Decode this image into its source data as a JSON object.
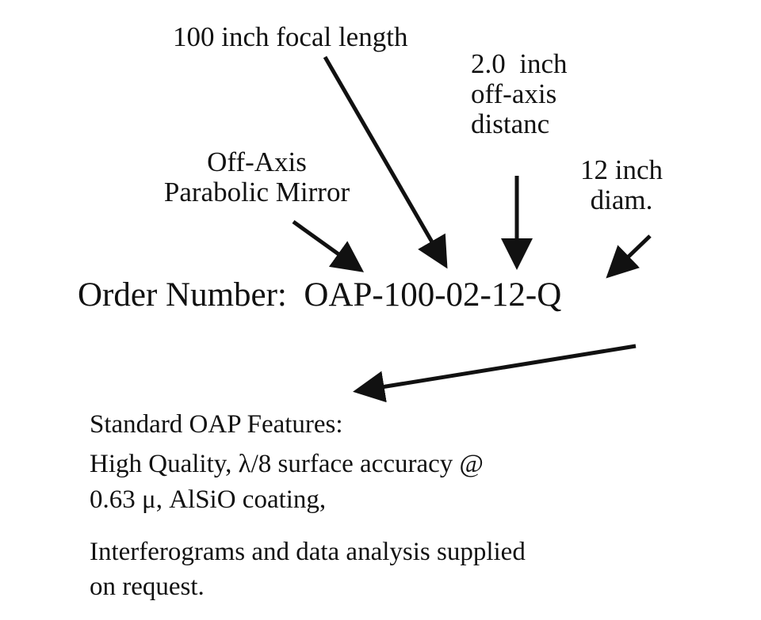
{
  "labels": {
    "focal_length": "100 inch focal length",
    "offaxis_line1": "2.0  inch",
    "offaxis_line2": "off-axis",
    "offaxis_line3": "distanc",
    "diam_line1": "12 inch",
    "diam_line2": "diam.",
    "mirror_line1": "Off-Axis",
    "mirror_line2": "Parabolic Mirror"
  },
  "order": {
    "label": "Order Number:",
    "code": "OAP-100-02-12-Q"
  },
  "features": {
    "heading": "Standard OAP Features:",
    "line1": "High Quality, λ/8 surface accuracy @",
    "line2": "0.63 μ, AlSiO coating,",
    "line3": "Interferograms and data analysis supplied",
    "line4": "on request."
  },
  "colors": {
    "ink": "#111111",
    "background": "#ffffff"
  }
}
